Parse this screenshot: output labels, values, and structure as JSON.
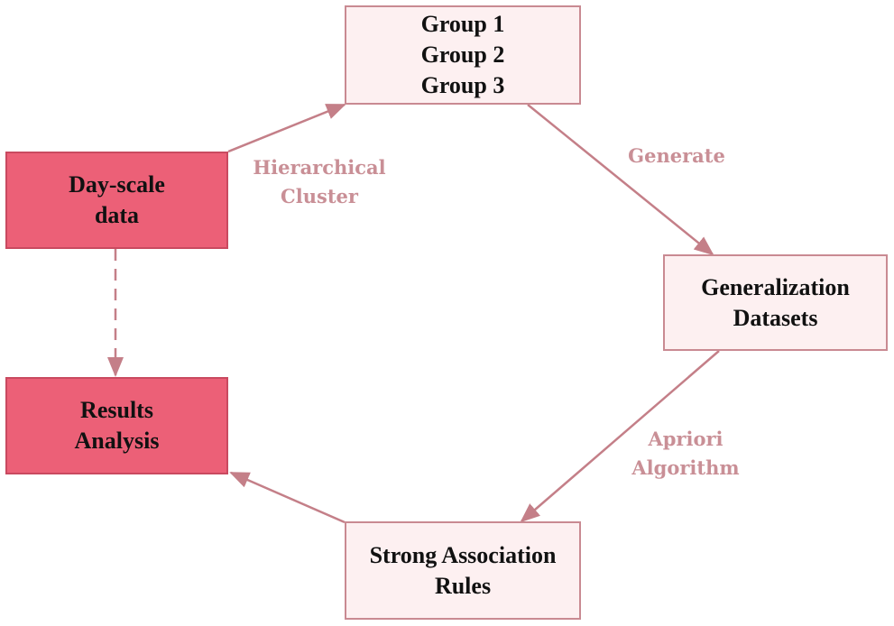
{
  "nodes": {
    "groups": {
      "lines": [
        "Group 1",
        "Group 2",
        "Group 3"
      ]
    },
    "day_scale": {
      "lines": [
        "Day-scale",
        "data"
      ]
    },
    "generalization": {
      "lines": [
        "Generalization",
        "Datasets"
      ]
    },
    "results": {
      "lines": [
        "Results",
        "Analysis"
      ]
    },
    "rules": {
      "lines": [
        "Strong Association",
        "Rules"
      ]
    }
  },
  "edges": {
    "hierarchical": {
      "lines": [
        "Hierarchical",
        "Cluster"
      ]
    },
    "generate": {
      "lines": [
        "Generate"
      ]
    },
    "apriori": {
      "lines": [
        "Apriori",
        "Algorithm"
      ]
    }
  },
  "colors": {
    "light_fill": "#fdf0f1",
    "light_border": "#c98a92",
    "dark_fill": "#ec6077",
    "arrow": "#c47f88",
    "edge_label": "#c98f96"
  }
}
